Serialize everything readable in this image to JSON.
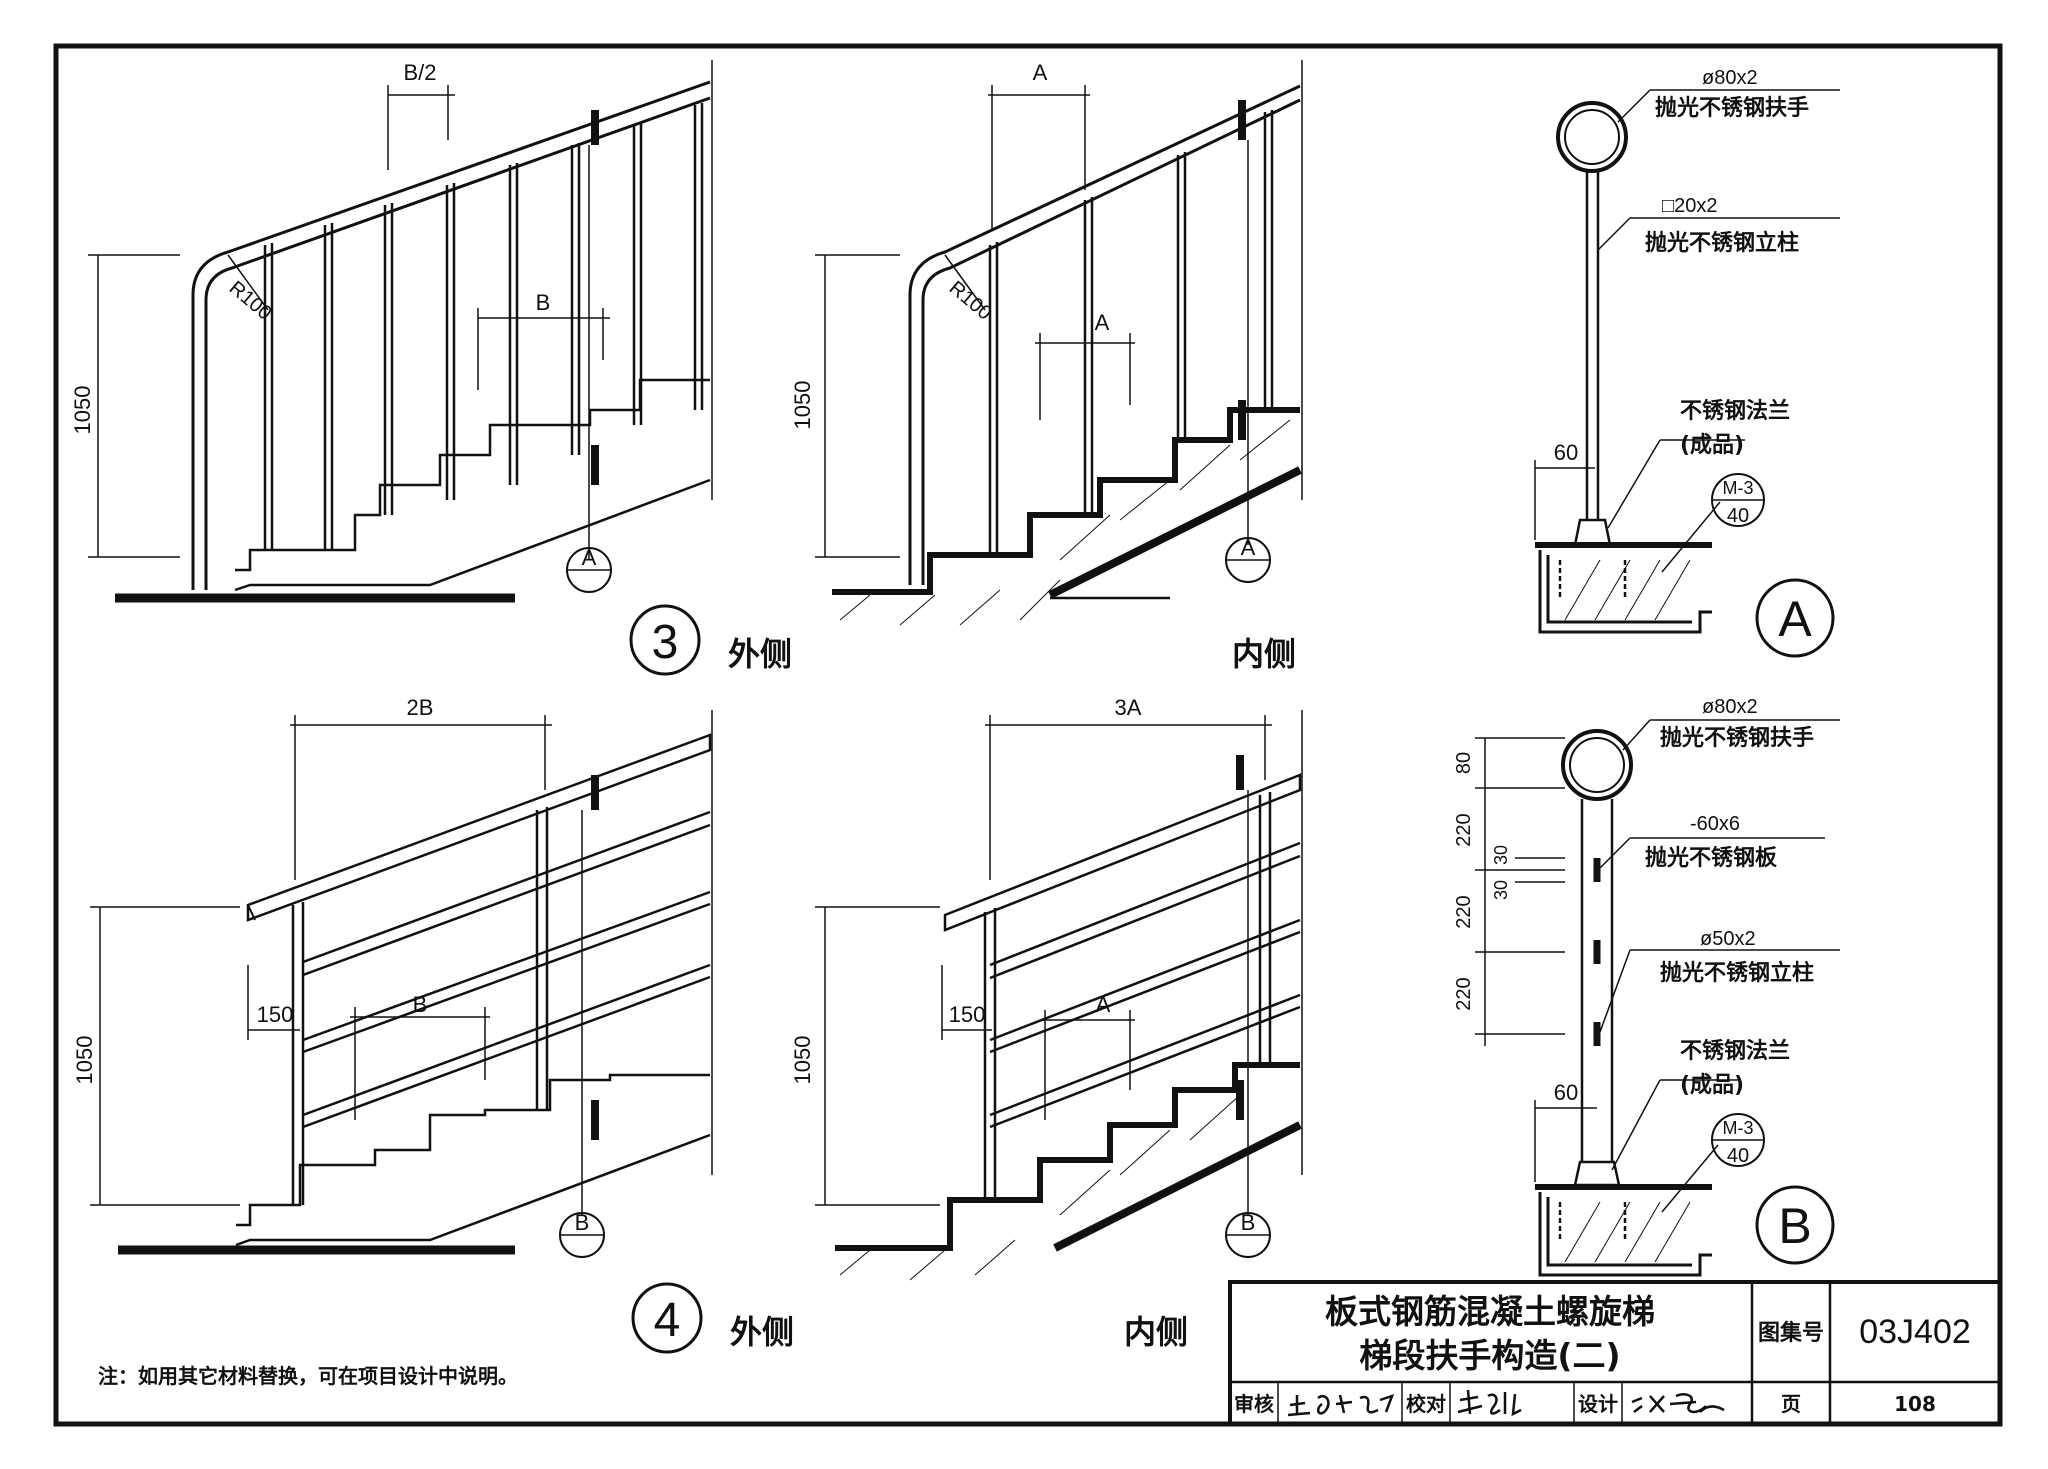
{
  "detail3": {
    "number": "3",
    "outer": {
      "side_label": "外侧",
      "dim_spacing_half": "B/2",
      "dim_spacing": "B",
      "radius": "R100",
      "height": "1050",
      "section_ref": "A"
    },
    "inner": {
      "side_label": "内侧",
      "dim_top": "A",
      "dim_mid": "A",
      "radius": "R100",
      "height": "1050",
      "section_ref": "A"
    }
  },
  "detail4": {
    "number": "4",
    "outer": {
      "side_label": "外侧",
      "dim_top": "2B",
      "dim_mid": "B",
      "offset": "150",
      "height": "1050",
      "section_ref": "B"
    },
    "inner": {
      "side_label": "内侧",
      "dim_top": "3A",
      "dim_mid": "A",
      "offset": "150",
      "height": "1050",
      "section_ref": "B"
    }
  },
  "section_a": {
    "label": "A",
    "handrail_size": "ø80x2",
    "handrail_name": "抛光不锈钢扶手",
    "post_size": "□20x2",
    "post_name": "抛光不锈钢立柱",
    "flange_name": "不锈钢法兰",
    "flange_note": "(成品)",
    "dim_60": "60",
    "ref_top": "M-3",
    "ref_bottom": "40"
  },
  "section_b": {
    "label": "B",
    "handrail_size": "ø80x2",
    "handrail_name": "抛光不锈钢扶手",
    "plate_size": "-60x6",
    "plate_name": "抛光不锈钢板",
    "post_size": "ø50x2",
    "post_name": "抛光不锈钢立柱",
    "flange_name": "不锈钢法兰",
    "flange_note": "(成品)",
    "dim_60": "60",
    "dims": [
      "80",
      "220",
      "30",
      "30",
      "220",
      "220"
    ],
    "ref_top": "M-3",
    "ref_bottom": "40"
  },
  "note": "注：如用其它材料替换，可在项目设计中说明。",
  "title_block": {
    "title_line1": "板式钢筋混凝土螺旋梯",
    "title_line2": "梯段扶手构造(二)",
    "atlas_label": "图集号",
    "atlas_number": "03J402",
    "review_label": "审核",
    "check_label": "校对",
    "design_label": "设计",
    "page_label": "页",
    "page_number": "108"
  }
}
